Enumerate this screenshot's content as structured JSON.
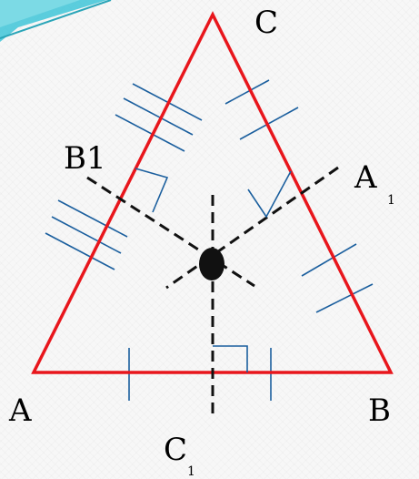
{
  "diagram": {
    "vertices": {
      "A": "A",
      "B": "B",
      "C": "C"
    },
    "feet": {
      "A1": {
        "base": "A",
        "sub": "1"
      },
      "B1": {
        "base": "B1",
        "sub": ""
      },
      "C1": {
        "base": "C",
        "sub": "1"
      }
    }
  },
  "colors": {
    "triangle": "#e8161c",
    "ticks": "#1b5f9e",
    "dashed": "#111111",
    "center": "#111111",
    "corner_ribbon": "#3fc6d8"
  }
}
